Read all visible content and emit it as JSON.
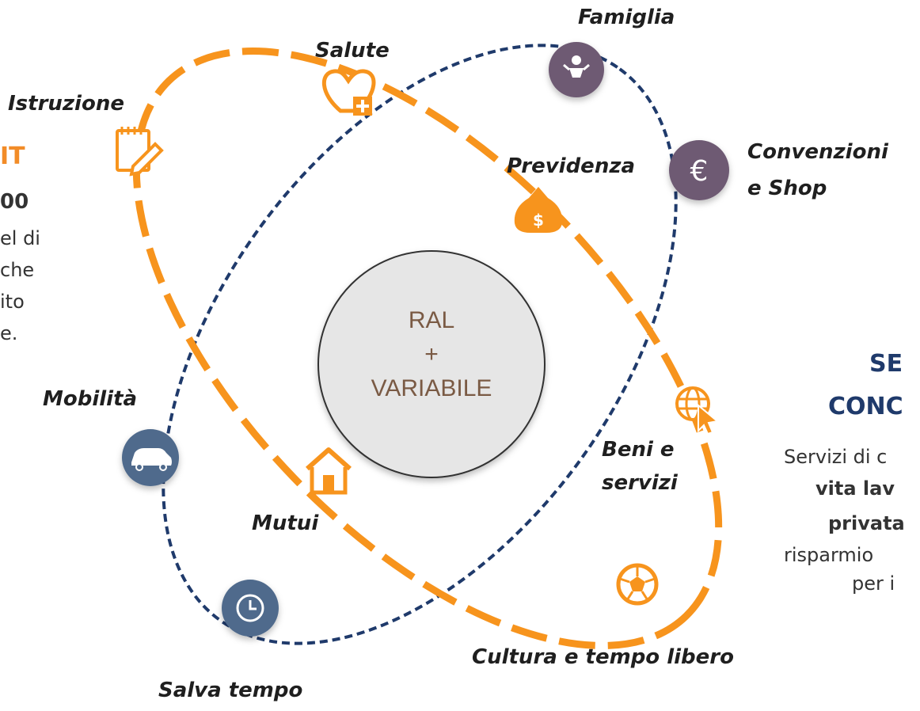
{
  "center": {
    "line1": "RAL",
    "line2": "+",
    "line3": "VARIABILE"
  },
  "labels": {
    "famiglia": "Famiglia",
    "salute": "Salute",
    "istruzione": "Istruzione",
    "previdenza": "Previdenza",
    "convenzioni_1": "Convenzioni",
    "convenzioni_2": "e Shop",
    "mobilita": "Mobilità",
    "mutui": "Mutui",
    "beni_1": "Beni e",
    "beni_2": "servizi",
    "cultura": "Cultura e tempo libero",
    "salva_tempo": "Salva tempo"
  },
  "left_panel": {
    "title": "IT",
    "amount": "00",
    "line1": "el di",
    "line2": "che",
    "line3": "ito",
    "line4": "e."
  },
  "right_panel": {
    "title1": "SE",
    "title2": "CONC",
    "line1": "Servizi di c",
    "line2": "vita lav",
    "line3": "privata",
    "line4": "risparmio",
    "line5": "per i"
  },
  "icons": {
    "famiglia": "baby-icon",
    "salute": "heart-plus-icon",
    "istruzione": "notepad-pencil-icon",
    "previdenza": "money-bag-icon",
    "convenzioni": "euro-icon",
    "mobilita": "car-icon",
    "mutui": "house-icon",
    "beni": "globe-cursor-icon",
    "cultura": "soccer-ball-icon",
    "salva_tempo": "clock-icon"
  },
  "colors": {
    "orange": "#f7941d",
    "navy": "#1f3a6b",
    "purple_circle": "#6e5a73",
    "slate_circle": "#4f6a8c",
    "center_fill": "#e6e6e6"
  }
}
